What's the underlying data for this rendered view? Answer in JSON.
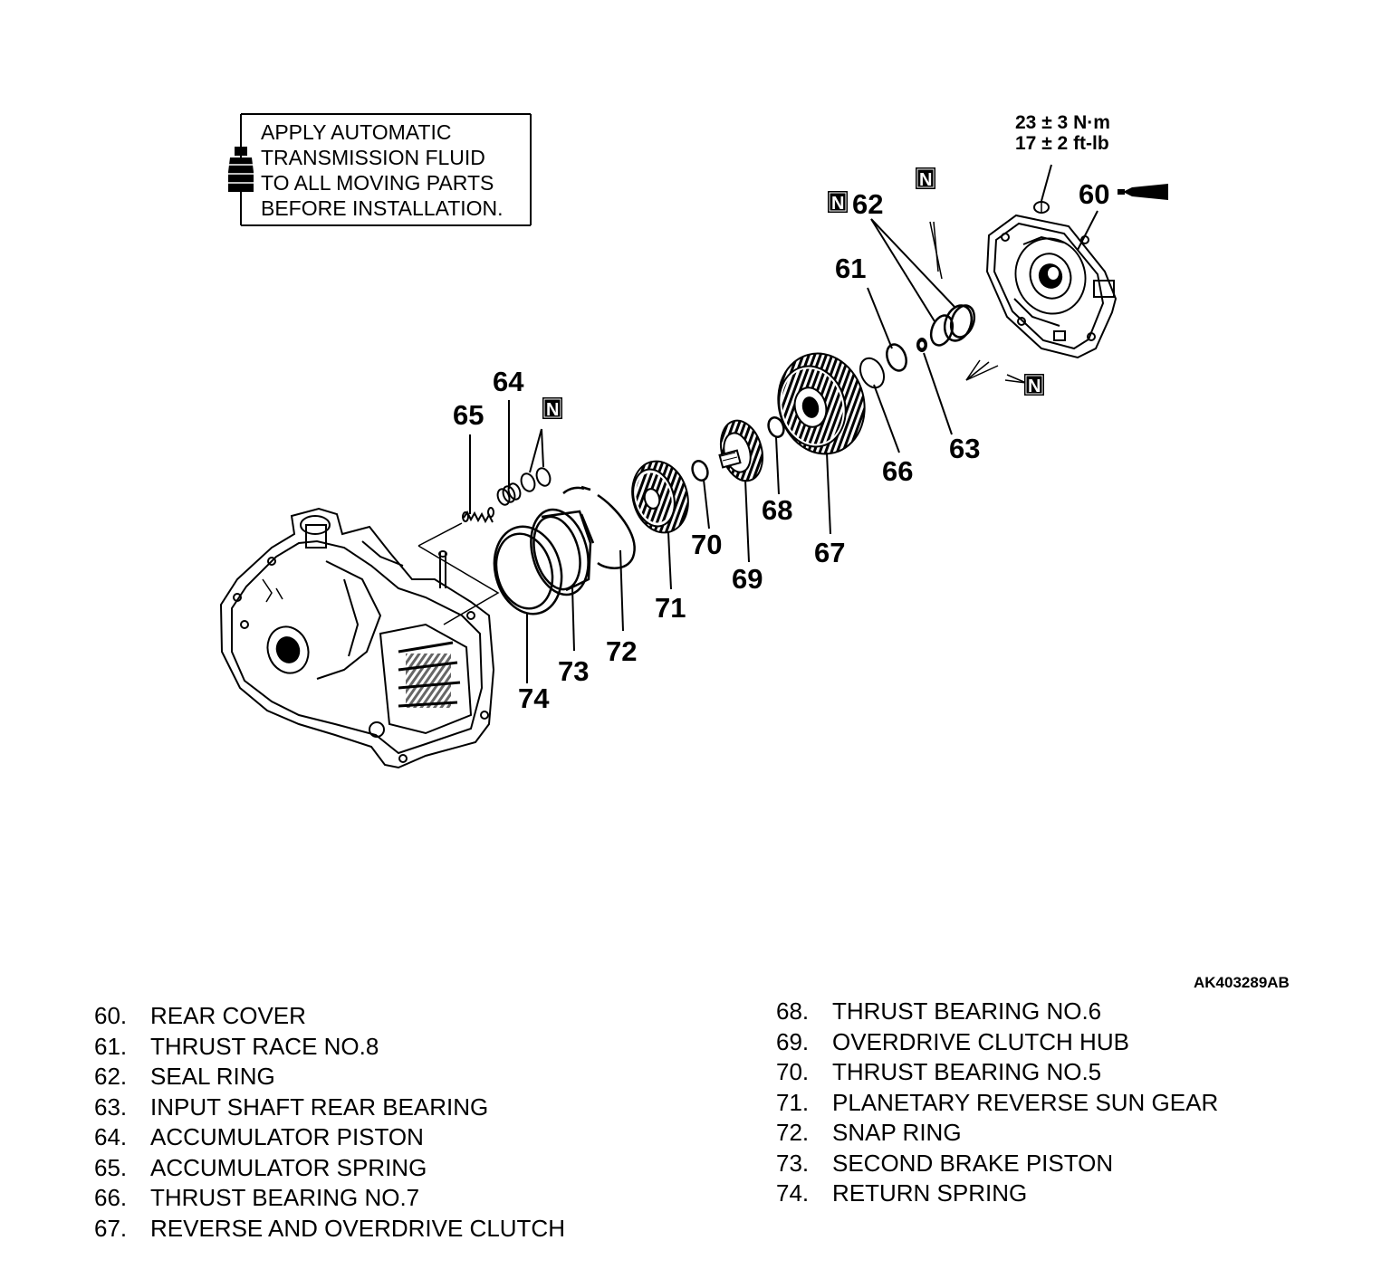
{
  "note": {
    "lines": [
      "APPLY AUTOMATIC",
      "TRANSMISSION FLUID",
      "TO ALL MOVING PARTS",
      "BEFORE INSTALLATION."
    ],
    "icon": "fluid-bottle-icon"
  },
  "torque": {
    "metric": "23 ± 3 N·m",
    "imperial": "17 ± 2 ft-lb"
  },
  "replace_mark": "N",
  "callouts": {
    "c60": "60",
    "c61": "61",
    "c62": "62",
    "c63": "63",
    "c64": "64",
    "c65": "65",
    "c66": "66",
    "c67": "67",
    "c68": "68",
    "c69": "69",
    "c70": "70",
    "c71": "71",
    "c72": "72",
    "c73": "73",
    "c74": "74"
  },
  "figure_code": "AK403289AB",
  "legend": {
    "left": [
      {
        "num": "60.",
        "name": "REAR COVER"
      },
      {
        "num": "61.",
        "name": "THRUST RACE NO.8"
      },
      {
        "num": "62.",
        "name": "SEAL RING"
      },
      {
        "num": "63.",
        "name": "INPUT SHAFT REAR BEARING"
      },
      {
        "num": "64.",
        "name": "ACCUMULATOR PISTON"
      },
      {
        "num": "65.",
        "name": "ACCUMULATOR SPRING"
      },
      {
        "num": "66.",
        "name": "THRUST BEARING NO.7"
      },
      {
        "num": "67.",
        "name": "REVERSE AND OVERDRIVE CLUTCH"
      }
    ],
    "right": [
      {
        "num": "68.",
        "name": "THRUST BEARING NO.6"
      },
      {
        "num": "69.",
        "name": "OVERDRIVE CLUTCH HUB"
      },
      {
        "num": "70.",
        "name": "THRUST BEARING NO.5"
      },
      {
        "num": "71.",
        "name": "PLANETARY REVERSE SUN GEAR"
      },
      {
        "num": "72.",
        "name": "SNAP RING"
      },
      {
        "num": "73.",
        "name": "SECOND BRAKE PISTON"
      },
      {
        "num": "74.",
        "name": "RETURN SPRING"
      }
    ]
  }
}
